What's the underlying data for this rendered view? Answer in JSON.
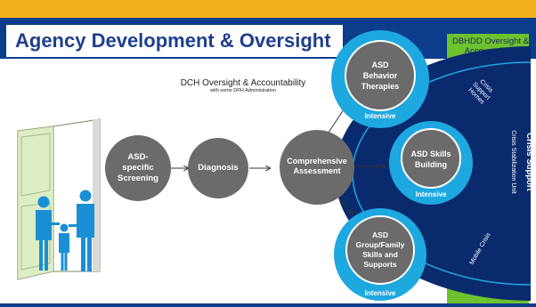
{
  "header": {
    "title": "Agency Development & Oversight"
  },
  "dch": {
    "title": "DCH Oversight  & Accountability",
    "subtitle": "with some DPH Administration"
  },
  "dbhdd": {
    "title": "DBHDD Oversight & Accountability",
    "crisis_support": "Crisis Support",
    "stabilization_unit": "Crisis Stabilization Unit",
    "support_homes": "Crisis Support Homes",
    "mobile_crisis": "Mobile Crisis"
  },
  "flow": {
    "screening": "ASD-\nspecific\nScreening",
    "diagnosis": "Diagnosis",
    "assessment": "Comprehensive\nAssessment"
  },
  "services": [
    {
      "label": "ASD\nBehavior\nTherapies",
      "tag": "Intensive"
    },
    {
      "label": "ASD Skills\nBuilding",
      "tag": "Intensive"
    },
    {
      "label": "ASD\nGroup/Family\nSkills and\nSupports",
      "tag": "Intensive"
    }
  ],
  "colors": {
    "navy": "#0c3d8c",
    "gold": "#f2b01a",
    "green": "#6ec22e",
    "gray_node": "#6b6b6b",
    "cyan_ring": "#1ea8e0",
    "dark_navy": "#0a2a6e"
  },
  "icons": {
    "door": "open-door-icon",
    "family": "family-icon"
  }
}
